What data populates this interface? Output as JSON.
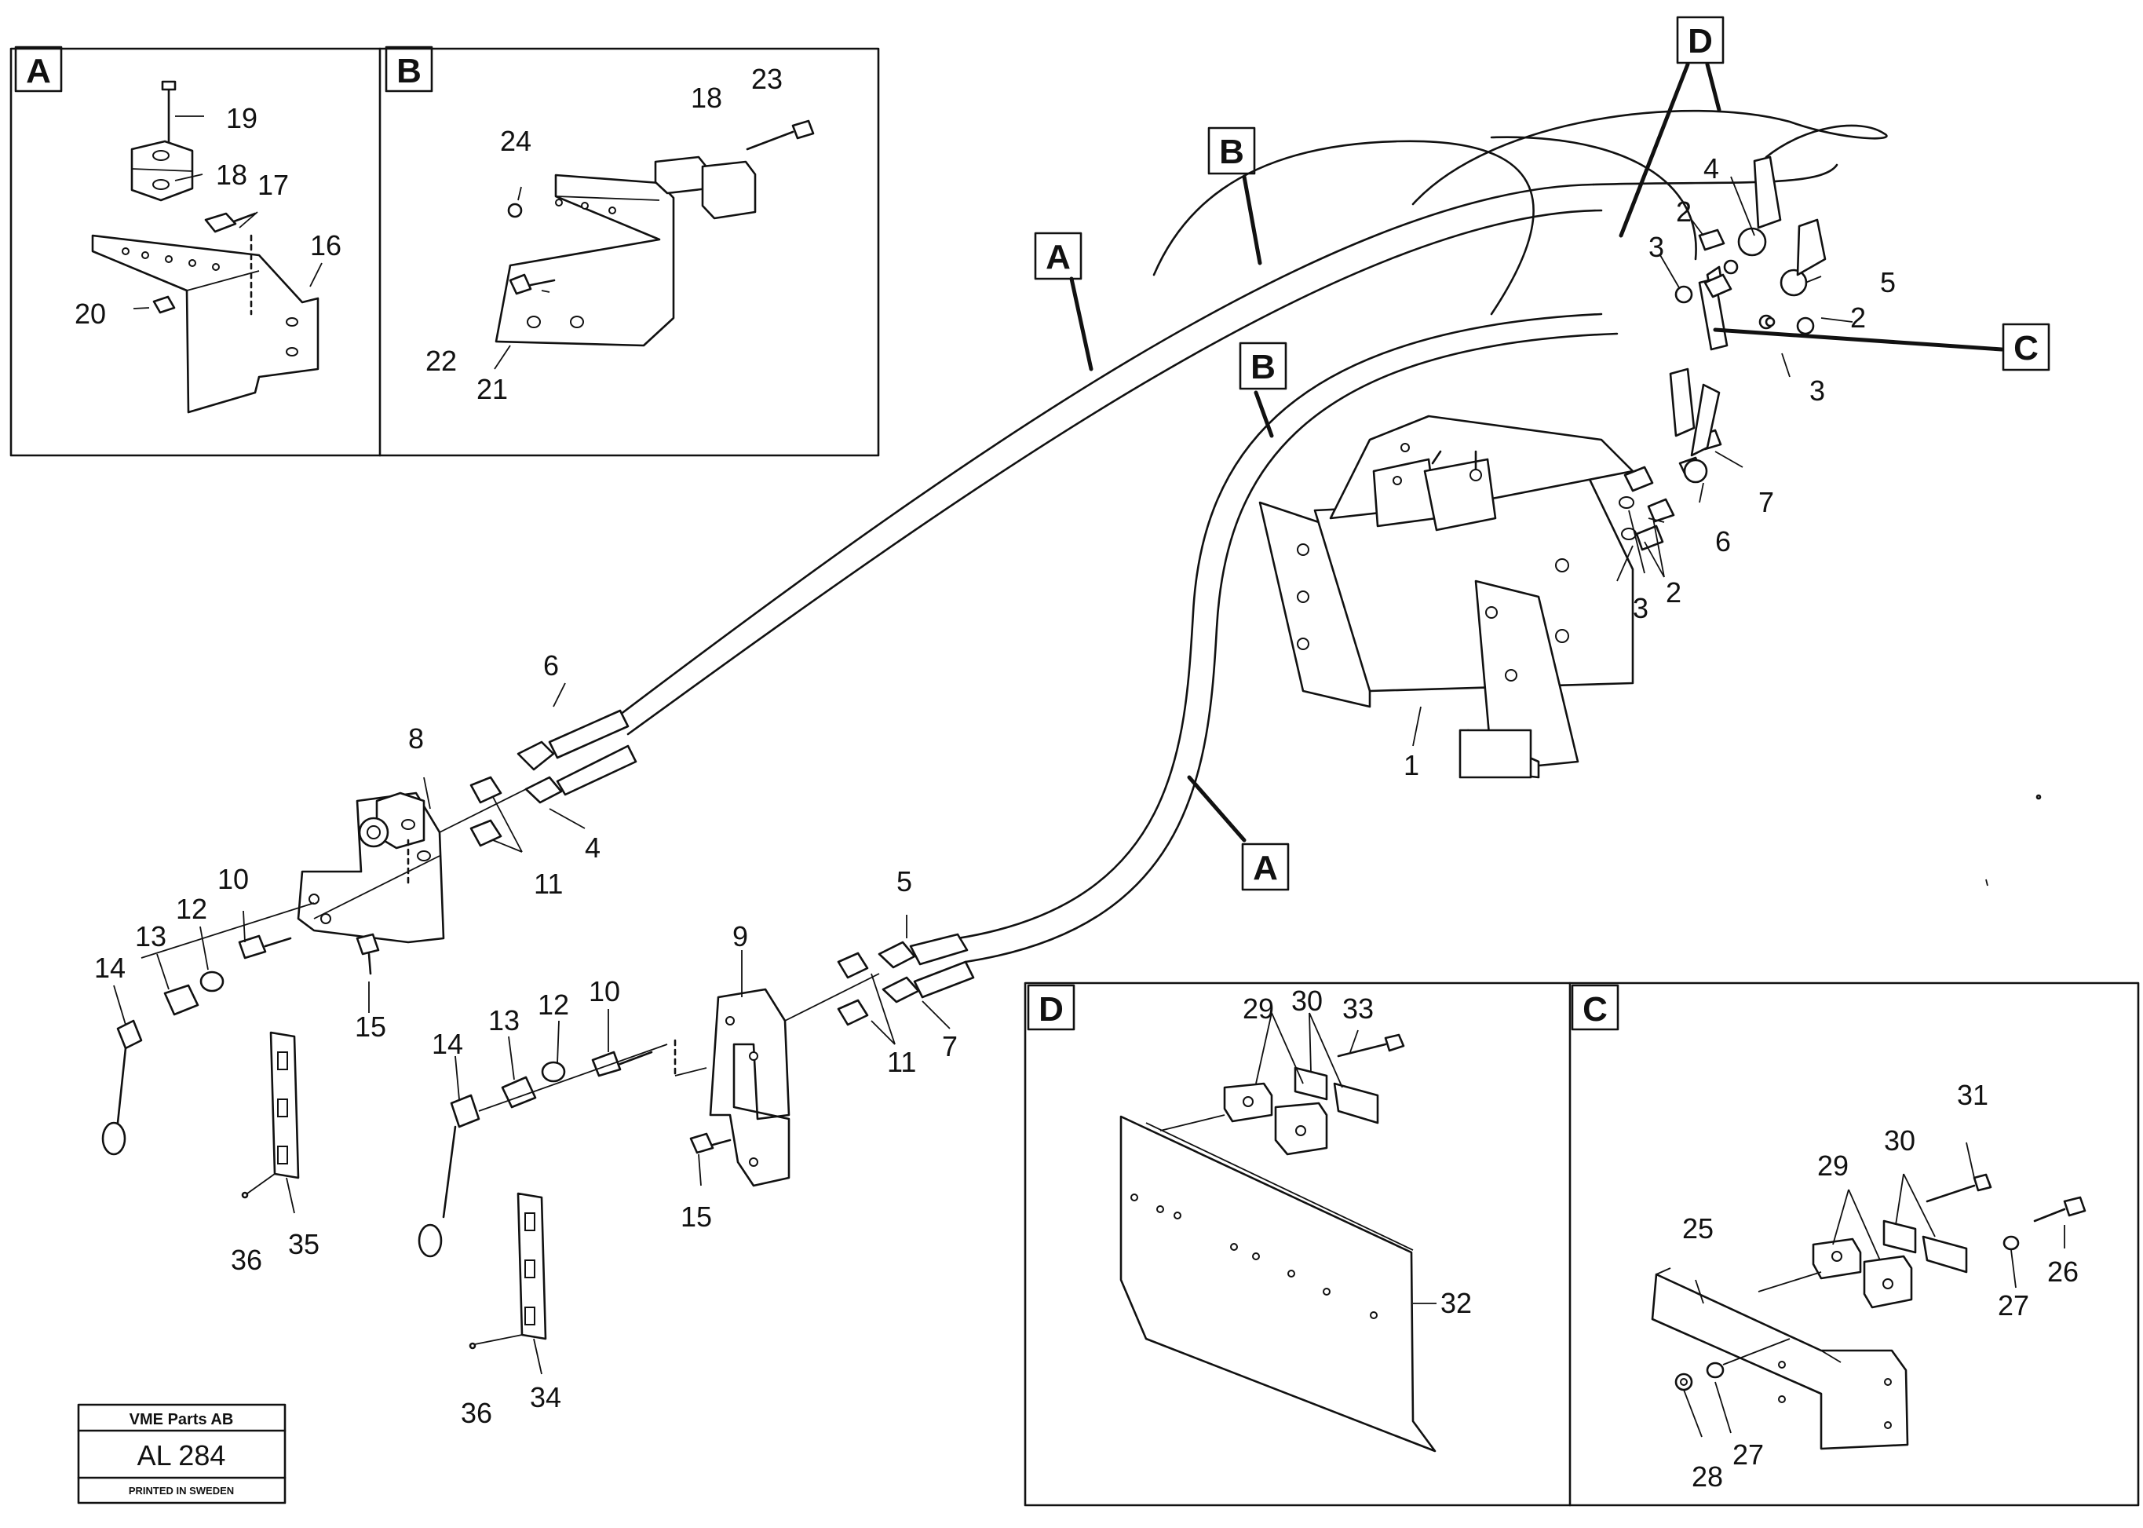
{
  "inset_labels": [
    "A",
    "B",
    "D",
    "C"
  ],
  "callout_tags": [
    "A",
    "B",
    "D",
    "B",
    "C",
    "A"
  ],
  "part_numbers": {
    "p19": "19",
    "p18a": "18",
    "p17": "17",
    "p16": "16",
    "p20": "20",
    "p24": "24",
    "p18b": "18",
    "p23": "23",
    "p22": "22",
    "p21": "21",
    "p4a": "4",
    "p2a": "2",
    "p3a": "3",
    "p5a": "5",
    "p2b": "2",
    "p3b": "3",
    "p7a": "7",
    "p6a": "6",
    "p3c": "3",
    "p2c": "2",
    "p1": "1",
    "p6b": "6",
    "p8": "8",
    "p4b": "4",
    "p11a": "11",
    "p10a": "10",
    "p12a": "12",
    "p13a": "13",
    "p14a": "14",
    "p15a": "15",
    "p35": "35",
    "p36a": "36",
    "p9": "9",
    "p5b": "5",
    "p11b": "11",
    "p7b": "7",
    "p10b": "10",
    "p12b": "12",
    "p13b": "13",
    "p14b": "14",
    "p15b": "15",
    "p34": "34",
    "p36b": "36",
    "p29a": "29",
    "p30a": "30",
    "p33": "33",
    "p32": "32",
    "p31": "31",
    "p29b": "29",
    "p30b": "30",
    "p25": "25",
    "p26": "26",
    "p27a": "27",
    "p27b": "27",
    "p28": "28"
  },
  "stamp": {
    "company": "VME Parts AB",
    "code": "AL 284",
    "printed": "PRINTED IN SWEDEN"
  }
}
